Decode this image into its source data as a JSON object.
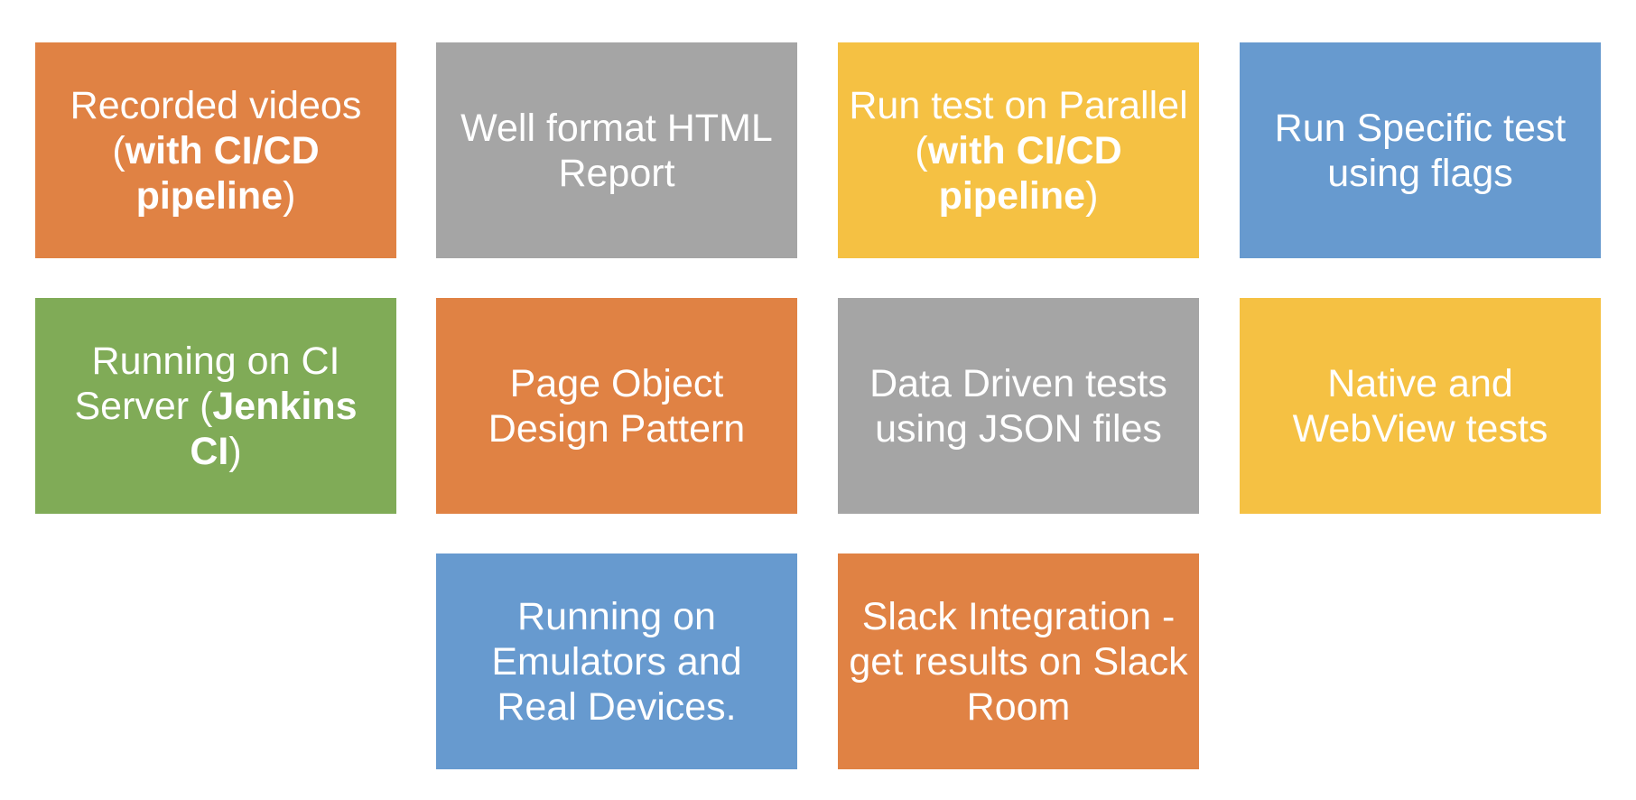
{
  "colors": {
    "orange": "#E08244",
    "gray": "#A5A5A5",
    "yellow": "#F5C143",
    "blue": "#679ACF",
    "green": "#80AB57",
    "text": "#FFFFFF"
  },
  "tiles": [
    {
      "color": "orange",
      "text_before": "Recorded videos (",
      "text_bold": "with CI/CD pipeline",
      "text_after": ")"
    },
    {
      "color": "gray",
      "text_before": "Well format HTML Report",
      "text_bold": "",
      "text_after": ""
    },
    {
      "color": "yellow",
      "text_before": "Run test on Parallel (",
      "text_bold": "with CI/CD pipeline",
      "text_after": ")"
    },
    {
      "color": "blue",
      "text_before": "Run Specific test using flags",
      "text_bold": "",
      "text_after": ""
    },
    {
      "color": "green",
      "text_before": "Running on CI Server (",
      "text_bold": "Jenkins CI",
      "text_after": ")"
    },
    {
      "color": "orange",
      "text_before": "Page Object Design Pattern",
      "text_bold": "",
      "text_after": ""
    },
    {
      "color": "gray",
      "text_before": "Data Driven tests using JSON files",
      "text_bold": "",
      "text_after": ""
    },
    {
      "color": "yellow",
      "text_before": "Native and WebView tests",
      "text_bold": "",
      "text_after": ""
    },
    {
      "color": "blue",
      "text_before": "Running on Emulators and Real Devices.",
      "text_bold": "",
      "text_after": ""
    },
    {
      "color": "orange",
      "text_before": "Slack Integration - get results on Slack Room",
      "text_bold": "",
      "text_after": ""
    }
  ]
}
